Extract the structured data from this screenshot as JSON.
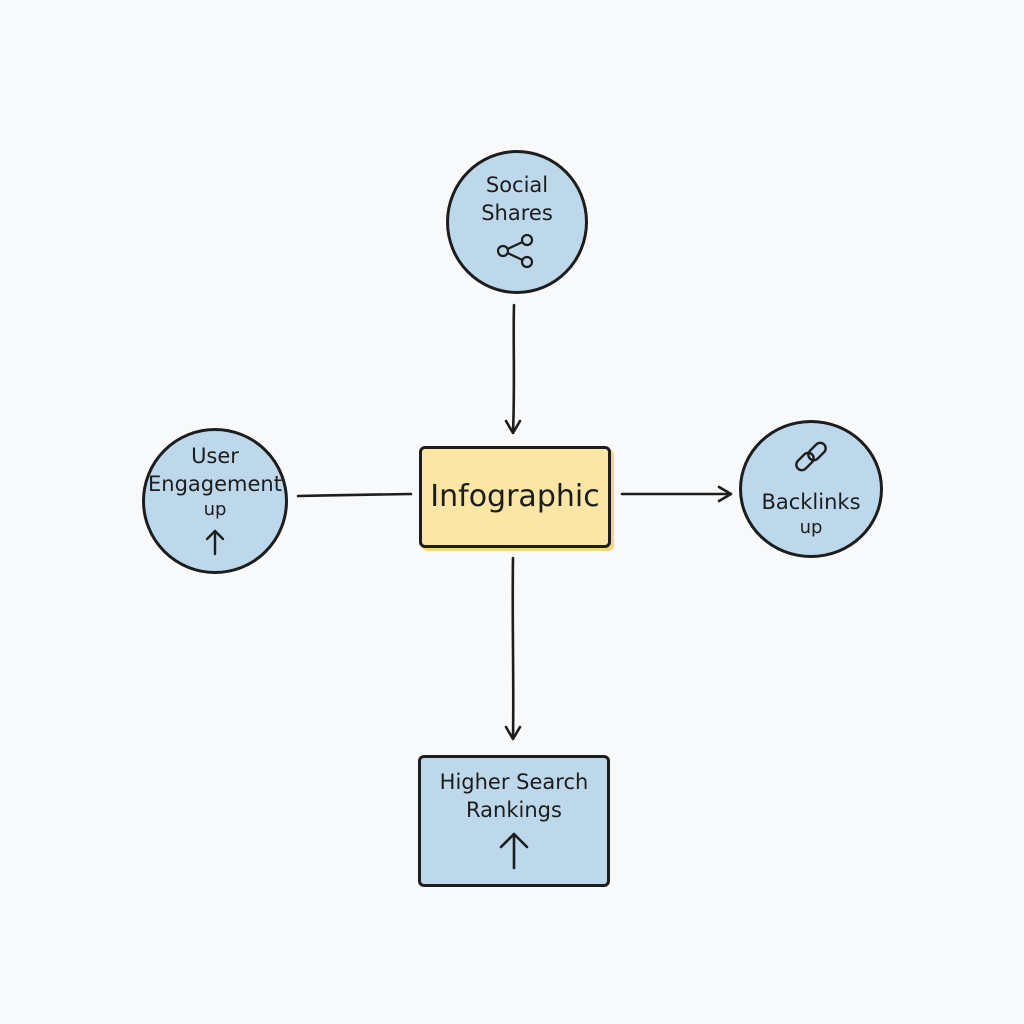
{
  "diagram": {
    "nodes": {
      "social": {
        "line1": "Social",
        "line2": "Shares",
        "icon": "share-icon"
      },
      "user": {
        "line1": "User",
        "line2": "Engagement",
        "line3": "up",
        "icon": "up-arrow-icon"
      },
      "center": {
        "label": "Infographic"
      },
      "backlinks": {
        "line1": "Backlinks",
        "line2": "up",
        "icon": "link-icon"
      },
      "rankings": {
        "line1": "Higher Search",
        "line2": "Rankings",
        "icon": "up-arrow-icon"
      }
    },
    "colors": {
      "node_fill": "#bcd8ea",
      "center_fill": "#fbe6a6",
      "stroke": "#1d1d1d",
      "background": "#f8f9fa"
    },
    "edges": [
      {
        "from": "social",
        "to": "center",
        "arrow": true
      },
      {
        "from": "user",
        "to": "center",
        "arrow": false
      },
      {
        "from": "center",
        "to": "backlinks",
        "arrow": true
      },
      {
        "from": "center",
        "to": "rankings",
        "arrow": true
      }
    ]
  }
}
